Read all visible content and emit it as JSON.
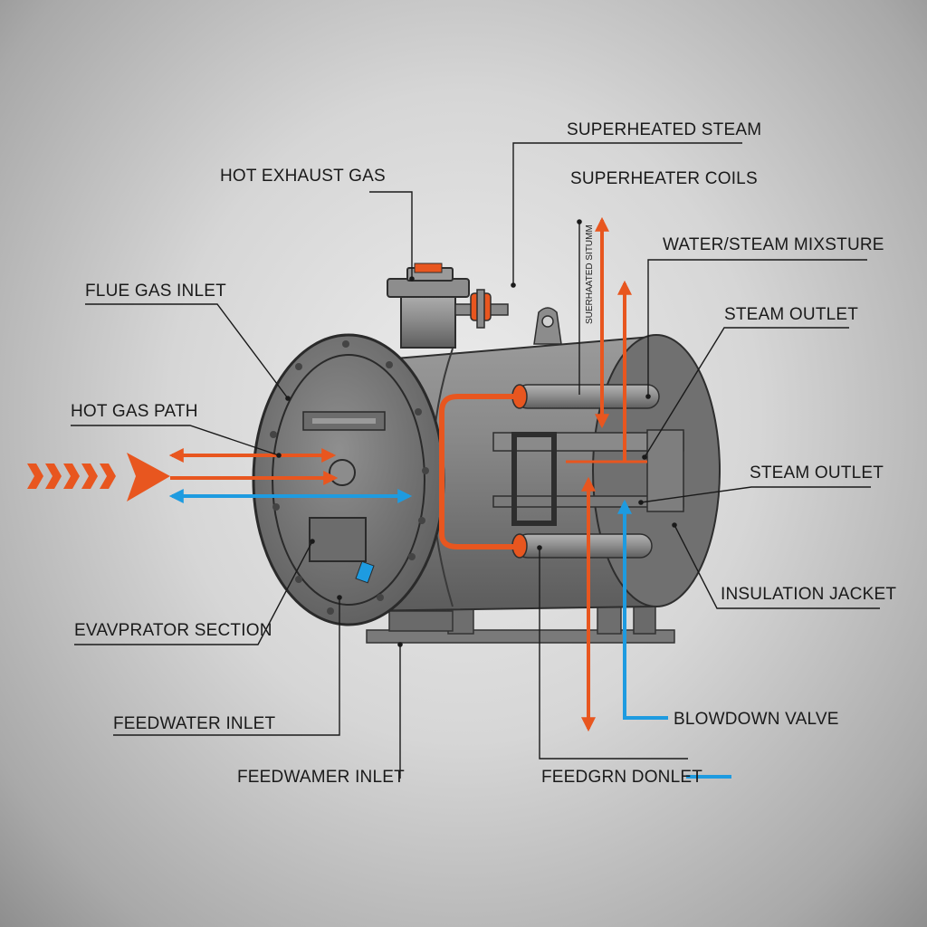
{
  "labels": {
    "superheated_steam": "SUPERHEATED STEAM",
    "superheater_coils": "SUPERHEATER COILS",
    "hot_exhaust_gas": "HOT EXHAUST GAS",
    "water_steam_mixture": "WATER/STEAM MIXSTURE",
    "flue_gas_inlet": "FLUE GAS INLET",
    "steam_outlet_1": "STEAM OUTLET",
    "hot_gas_path": "HOT GAS PATH",
    "steam_outlet_2": "STEAM OUTLET",
    "insulation_jacket": "INSULATION JACKET",
    "evaporator_section": "EVAVPRATOR SECTION",
    "blowdown_valve": "BLOWDOWN VALVE",
    "feedwater_inlet_1": "FEEDWATER INLET",
    "feedwater_inlet_2": "FEEDWAMER INLET",
    "feed_outlet": "FEEDGRN DONLET",
    "vertical_pipe_label": "SUERHAATED SITUMM"
  },
  "colors": {
    "hot_flow": "#e8561f",
    "cold_flow": "#1e9be0",
    "steel": "#7d7d7d",
    "leader": "#1a1a1a"
  }
}
